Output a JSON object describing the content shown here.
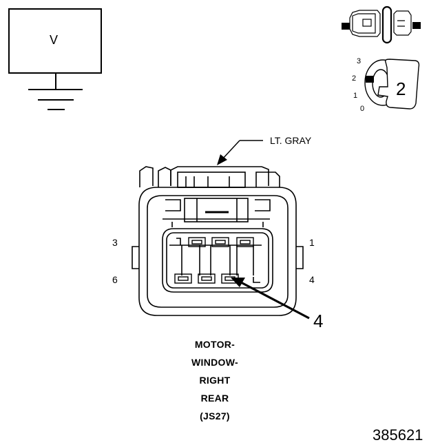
{
  "meter": {
    "symbol": "V"
  },
  "ignition": {
    "positions": [
      "3",
      "2",
      "1",
      "0"
    ],
    "key_step": "2"
  },
  "connector": {
    "wire_color": "LT. GRAY",
    "pins": {
      "top_left": "3",
      "top_right": "1",
      "bottom_left": "6",
      "bottom_right": "4"
    },
    "probe_pin": "4",
    "title_lines": [
      "MOTOR-",
      "WINDOW-",
      "RIGHT",
      "REAR",
      "(JS27)"
    ]
  },
  "figure_number": "385621"
}
